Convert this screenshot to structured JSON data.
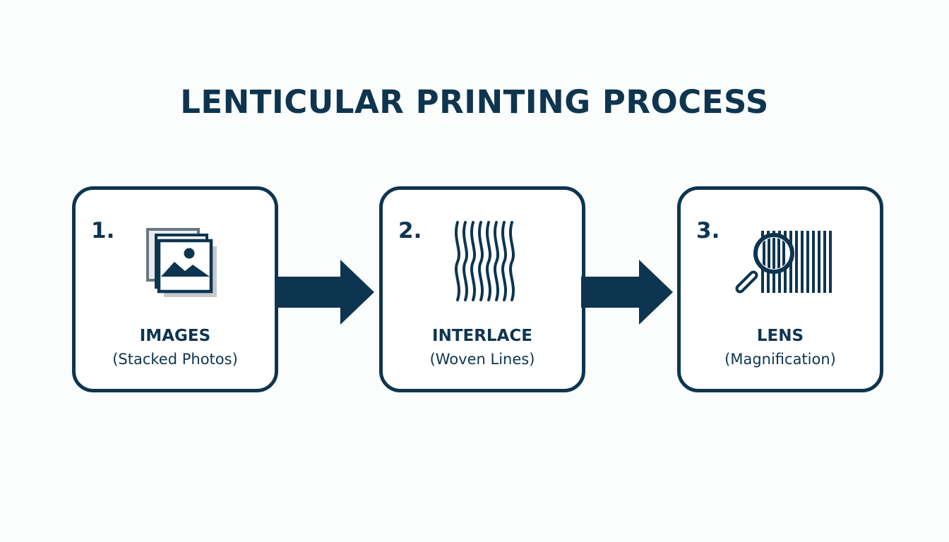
{
  "title": "LENTICULAR PRINTING PROCESS",
  "colors": {
    "primary": "#0e3550",
    "grey": "#6a7680",
    "background": "#fbfcfc"
  },
  "steps": [
    {
      "number": "1.",
      "label": "IMAGES",
      "sub": "(Stacked Photos)",
      "icon": "stacked-photos-icon"
    },
    {
      "number": "2.",
      "label": "INTERLACE",
      "sub": "(Woven Lines)",
      "icon": "woven-lines-icon"
    },
    {
      "number": "3.",
      "label": "LENS",
      "sub": "(Magnification)",
      "icon": "magnifier-lines-icon"
    }
  ]
}
